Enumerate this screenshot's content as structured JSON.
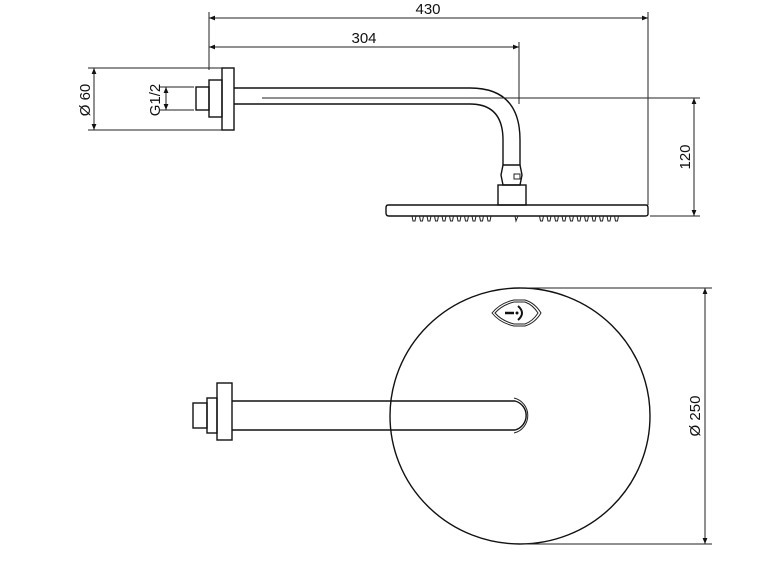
{
  "drawing": {
    "side_view": {
      "dim_total_length": "430",
      "dim_arm_length": "304",
      "dim_flange_diameter": "Ø 60",
      "dim_thread": "G1/2",
      "dim_height": "120"
    },
    "top_view": {
      "dim_head_diameter": "Ø 250"
    }
  },
  "colors": {
    "line": "#222222",
    "background": "#ffffff"
  }
}
